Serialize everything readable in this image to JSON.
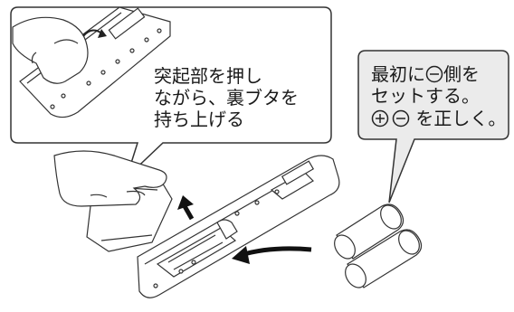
{
  "callout_left": {
    "line1": "突起部を押し",
    "line2": "ながら、裏ブタを",
    "line3": "持ち上げる"
  },
  "callout_right": {
    "line1_a": "最初に",
    "line1_b": "側を",
    "line2": "セットする。",
    "line3": "を正しく。"
  },
  "colors": {
    "callout_left_bg": "#ffffff",
    "callout_right_bg": "#ebebeb",
    "stroke": "#333333"
  },
  "icons": [
    "minus-circle-icon",
    "plus-circle-icon",
    "arrow-icon"
  ]
}
